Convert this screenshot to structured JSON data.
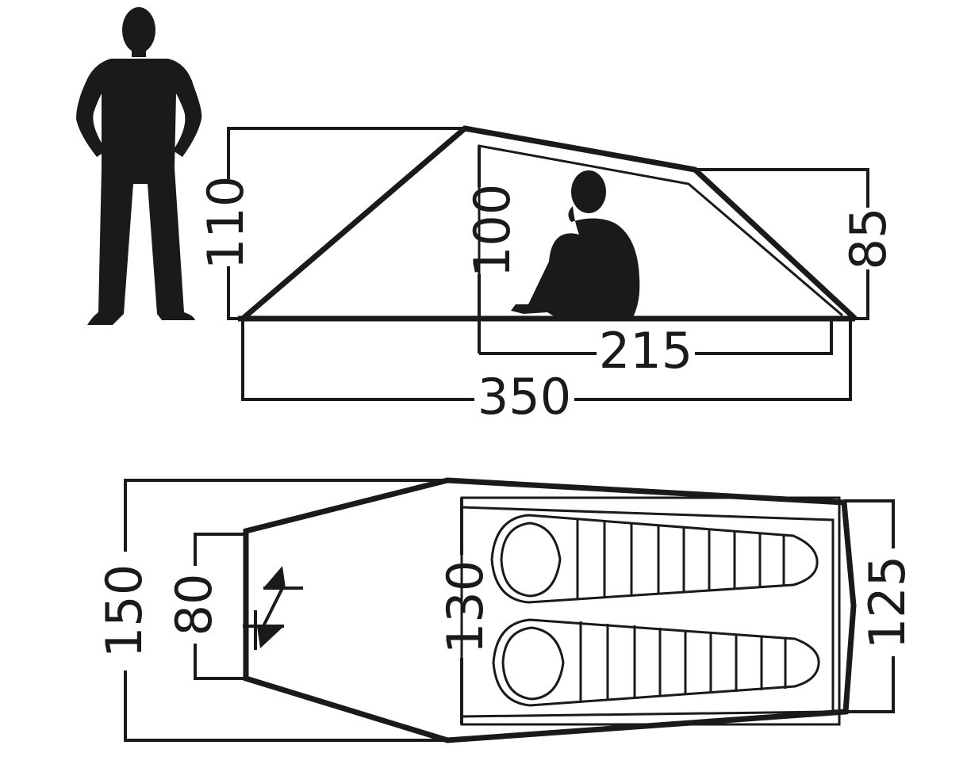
{
  "side_view": {
    "height_front": "110",
    "height_inner": "100",
    "height_rear": "85",
    "inner_length": "215",
    "total_length": "350"
  },
  "top_view": {
    "total_width": "150",
    "vestibule_width": "80",
    "inner_width_front": "130",
    "inner_width_rear": "125"
  },
  "colors": {
    "ink": "#1a1a1a",
    "background": "#ffffff"
  },
  "icons": [
    "standing-person-icon",
    "sitting-person-icon",
    "sleeping-bag-icon",
    "door-arrow-icon"
  ]
}
